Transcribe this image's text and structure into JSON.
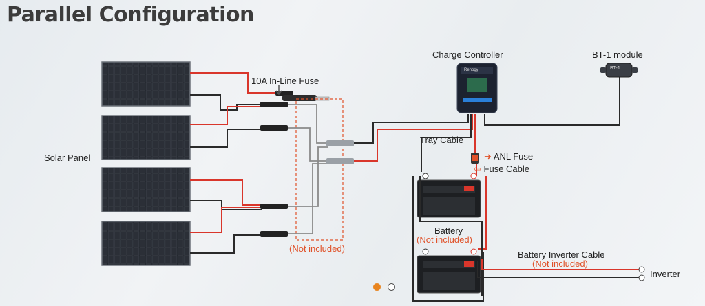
{
  "title": "Parallel Configuration",
  "labels": {
    "fuse": "10A In-Line Fuse",
    "charge_controller": "Charge Controller",
    "bt1": "BT-1 module",
    "solar_panel": "Solar Panel",
    "tray_cable": "Tray Cable",
    "anl_fuse": "ANL Fuse",
    "fuse_cable": "Fuse Cable",
    "battery": "Battery",
    "battery_not_included": "(Not included)",
    "not_included": "(Not included)",
    "inverter_cable": "Battery Inverter Cable",
    "inverter_cable_not_included": "(Not included)",
    "inverter": "Inverter",
    "bt1_device": "BT-1",
    "controller_brand": "Renogy"
  },
  "carousel": {
    "total": 2,
    "active": 0
  },
  "colors": {
    "positive": "#d9362b",
    "negative": "#2a2a2a",
    "accent": "#e0522a",
    "panel": "#1d2026"
  }
}
